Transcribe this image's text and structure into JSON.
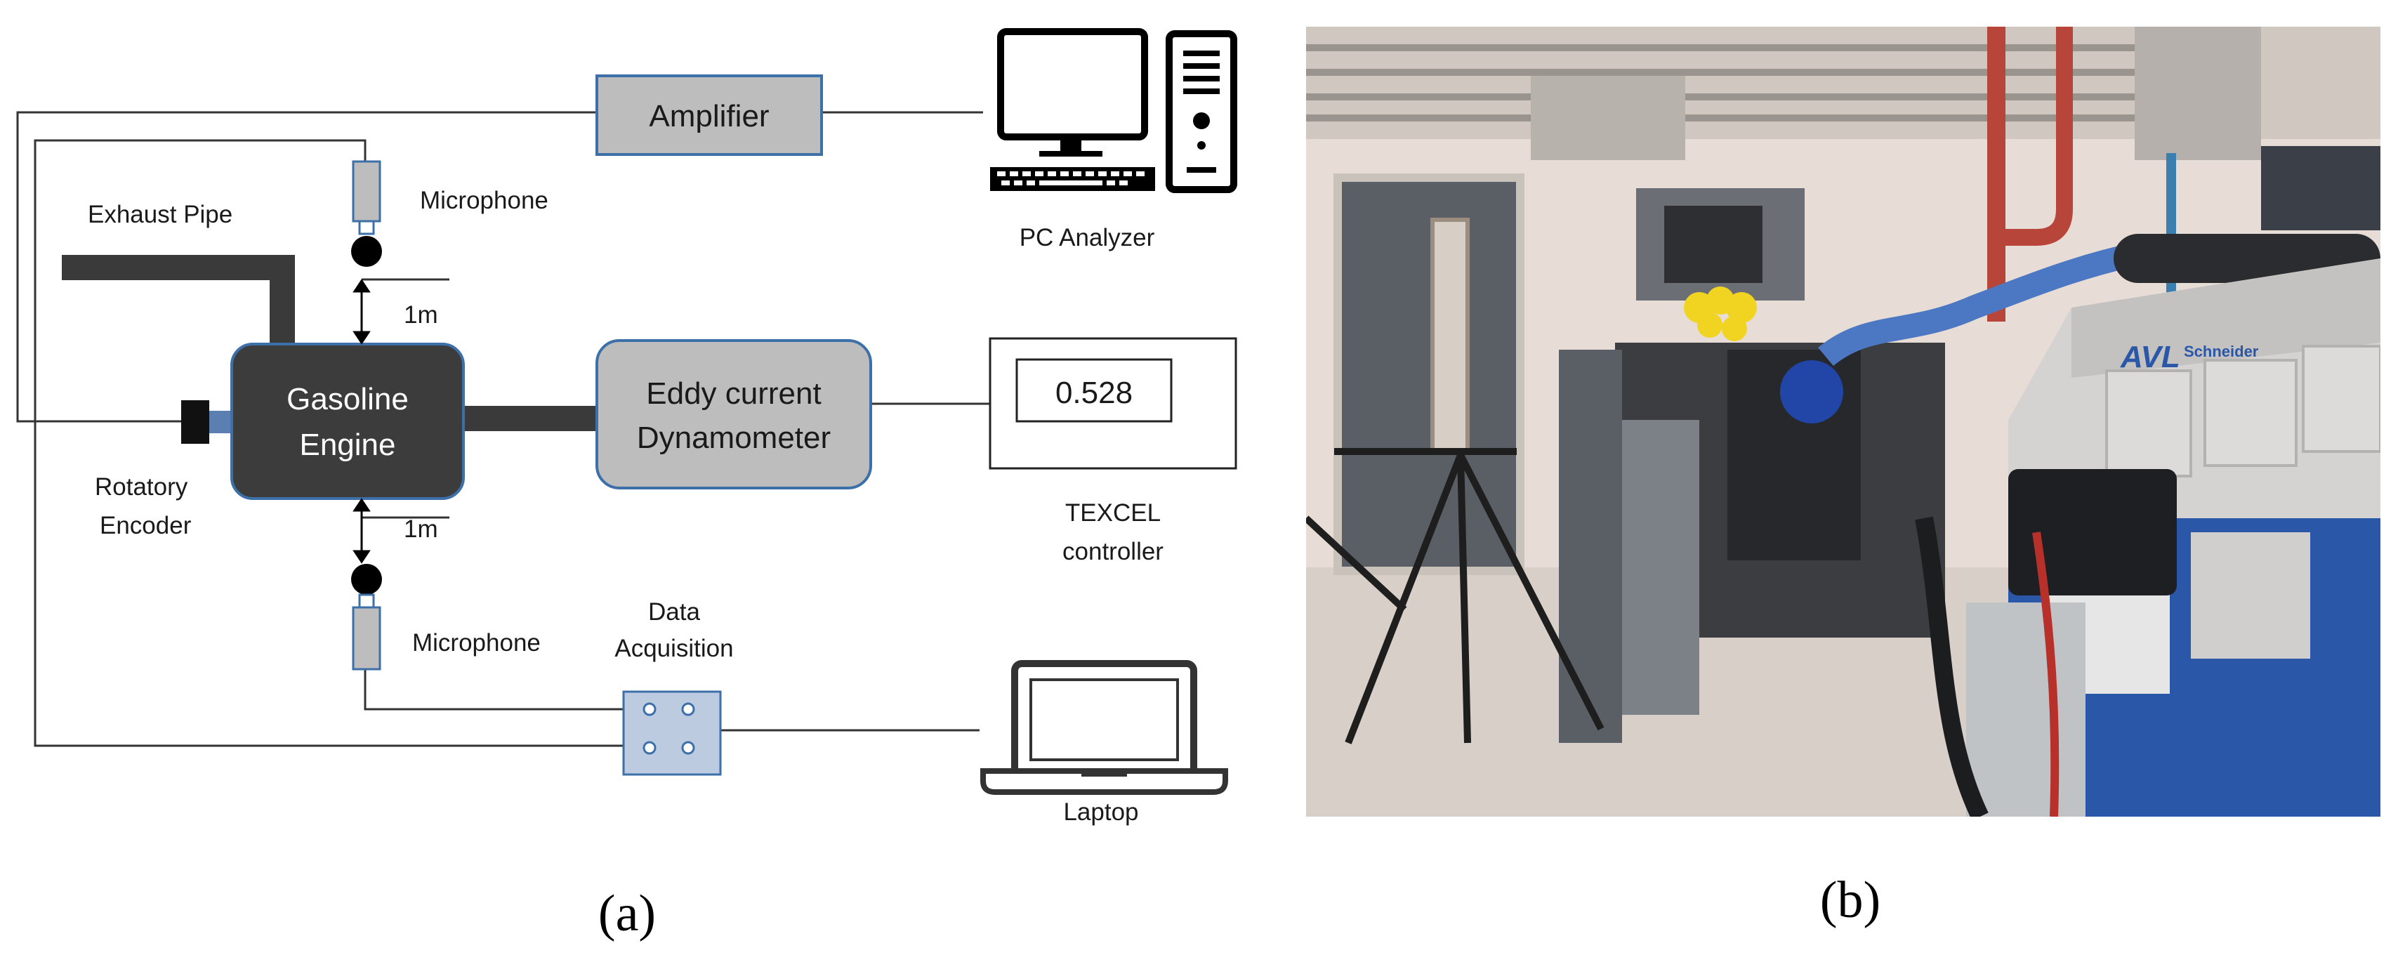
{
  "panel_a": {
    "caption": "(a)",
    "amplifier": "Amplifier",
    "pc_analyzer": "PC Analyzer",
    "microphone_top": "Microphone",
    "exhaust_pipe": "Exhaust Pipe",
    "distance_top": "1m",
    "engine_line1": "Gasoline",
    "engine_line2": "Engine",
    "dyno_line1": "Eddy current",
    "dyno_line2": "Dynamometer",
    "display_value": "0.528",
    "encoder_line1": "Rotatory",
    "encoder_line2": "Encoder",
    "controller_line1": "TEXCEL",
    "controller_line2": "controller",
    "distance_bottom": "1m",
    "microphone_bottom": "Microphone",
    "daq_line1": "Data",
    "daq_line2": "Acquisition",
    "laptop": "Laptop"
  },
  "panel_b": {
    "caption": "(b)",
    "brand_avl": "AVL",
    "brand_schneider": "Schneider"
  },
  "colors": {
    "box_gray": "#bdbdbd",
    "box_border": "#3d6fa8",
    "engine_dark": "#3c3c3c",
    "pipe": "#3a3a3a",
    "rack_blue": "#2b57a8"
  }
}
